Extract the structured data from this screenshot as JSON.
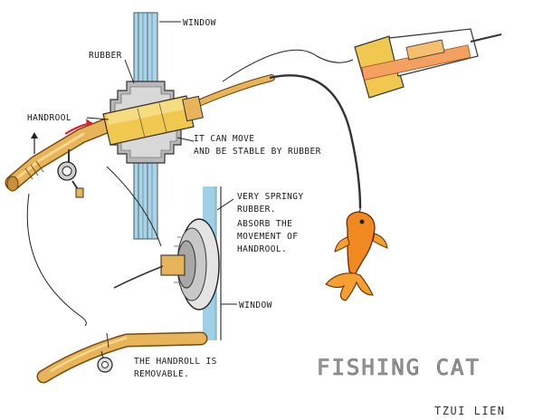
{
  "labels": {
    "window_top": "WINDOW",
    "rubber": "RUBBER",
    "handrool": "HANDROOL",
    "move_line1": "IT CAN MOVE",
    "move_line2": "AND BE STABLE BY RUBBER",
    "springy_line1": "VERY SPRINGY",
    "springy_line2": "RUBBER.",
    "springy_line3": "ABSORB THE",
    "springy_line4": "MOVEMENT OF",
    "springy_line5": "HANDROOL.",
    "window_bottom": "WINDOW",
    "removable_line1": "THE HANDROLL IS",
    "removable_line2": "REMOVABLE."
  },
  "title": "FISHING CAT",
  "author": "TZUI LIEN",
  "colors": {
    "rod": "#e8b45a",
    "rod_highlight": "#f3d080",
    "rubber_band": "#f0c850",
    "window_blue": "#8fc6dc",
    "window_dark": "#4a6a7a",
    "fish": "#f08a20",
    "arrow_red": "#e02030",
    "ink": "#1a1a1a"
  }
}
